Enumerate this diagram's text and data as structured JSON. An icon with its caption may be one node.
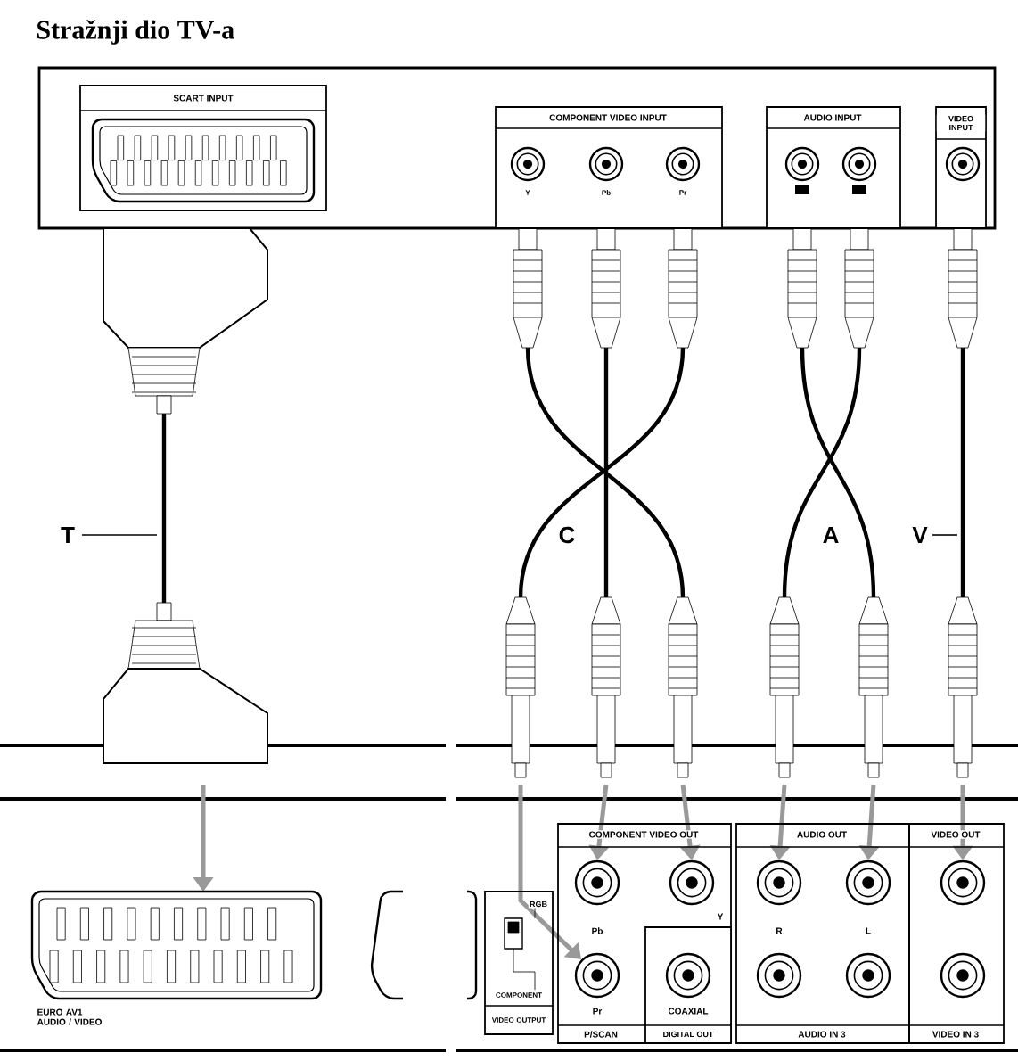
{
  "diagram": {
    "title": "Stražnji dio TV-a",
    "nodes": [
      {
        "text": [
          "SCART INPUT"
        ]
      },
      {
        "text": [
          "COMPONENT VIDEO INPUT",
          "Y",
          "Pb",
          "Pr"
        ]
      },
      {
        "text": [],
        "shape": "circle",
        "in": 1
      },
      {
        "text": [],
        "shape": "circle",
        "in": 1
      },
      {
        "text": [],
        "shape": "circle",
        "in": 1
      },
      {
        "text": [
          "AUDIO INPUT"
        ]
      },
      {
        "text": [],
        "shape": "circle",
        "in": 5
      },
      {
        "text": [],
        "shape": "circle",
        "in": 5
      },
      {
        "text": [
          "VIDEO INPUT"
        ]
      },
      {
        "text": [],
        "shape": "circle",
        "in": 8
      },
      {
        "text": [
          "EURO AV1 AUDIO / VIDEO"
        ]
      },
      {
        "text": [
          "RGB",
          "COMPONENT",
          "VIDEO OUTPUT"
        ]
      },
      {
        "text": [
          "COMPONENT VIDEO OUT",
          "Pb",
          "Y",
          "Pr",
          "P/SCAN"
        ]
      },
      {
        "text": [],
        "shape": "circle",
        "in": 12
      },
      {
        "text": [],
        "shape": "circle",
        "in": 12
      },
      {
        "text": [],
        "shape": "circle",
        "in": 12
      },
      {
        "text": [
          "COAXIAL",
          "DIGITAL OUT"
        ],
        "in": 12
      },
      {
        "text": [],
        "shape": "circle",
        "in": 16
      },
      {
        "text": [
          "AUDIO OUT",
          "R",
          "L",
          "AUDIO IN 3"
        ]
      },
      {
        "text": [],
        "shape": "circle",
        "in": 18
      },
      {
        "text": [],
        "shape": "circle",
        "in": 18
      },
      {
        "text": [],
        "shape": "circle",
        "in": 18
      },
      {
        "text": [],
        "shape": "circle",
        "in": 18
      },
      {
        "text": [
          "VIDEO OUT",
          "VIDEO IN 3"
        ]
      },
      {
        "text": [],
        "shape": "circle",
        "in": 23
      },
      {
        "text": [],
        "shape": "circle",
        "in": 23
      }
    ],
    "edges": [
      {
        "from": null,
        "to": 10,
        "arrow": "to"
      },
      {
        "from": null,
        "to": 13,
        "arrow": "to"
      },
      {
        "from": null,
        "to": 14,
        "arrow": "to"
      },
      {
        "from": null,
        "to": 15,
        "arrow": "to"
      },
      {
        "from": null,
        "to": 19,
        "arrow": "to"
      },
      {
        "from": null,
        "to": 20,
        "arrow": "to"
      },
      {
        "from": null,
        "to": 24,
        "arrow": "to"
      }
    ],
    "labels": [
      "T",
      "C",
      "A",
      "V"
    ]
  }
}
